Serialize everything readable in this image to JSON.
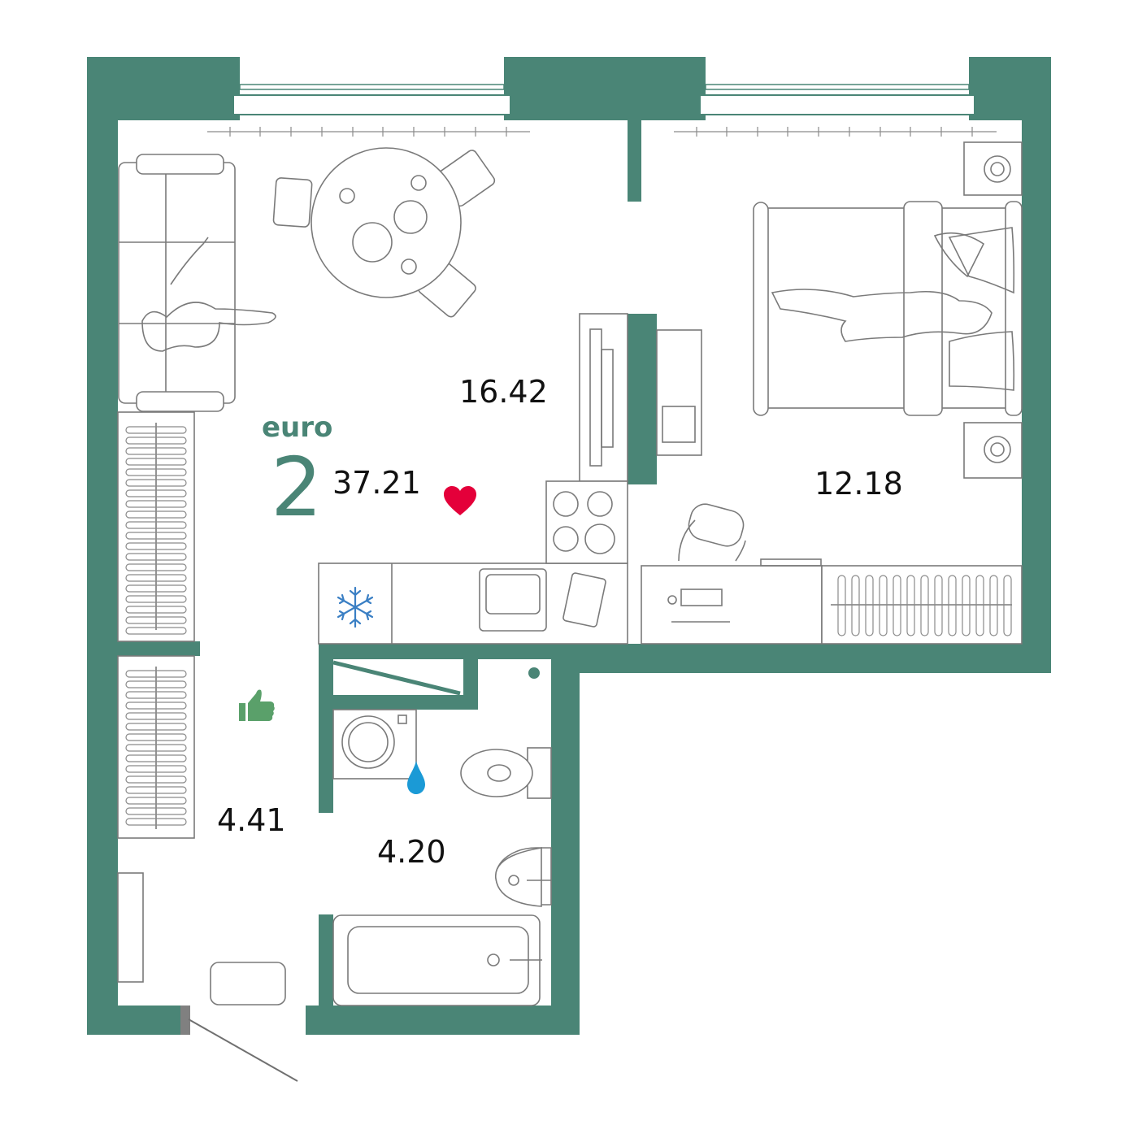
{
  "plan": {
    "type": "euro",
    "rooms": "2",
    "total_area": "37.21"
  },
  "rooms": [
    {
      "name": "living-kitchen",
      "area": "16.42"
    },
    {
      "name": "bedroom",
      "area": "12.18"
    },
    {
      "name": "hallway",
      "area": "4.41"
    },
    {
      "name": "bathroom",
      "area": "4.20"
    }
  ],
  "colors": {
    "wall": "#4a8576",
    "heart": "#e4003a",
    "thumb": "#5aa06a",
    "snowflake": "#3a7fc4",
    "drop": "#1b9ad6",
    "door": "#808080"
  },
  "icons": [
    "heart-icon",
    "thumbs-up-icon",
    "snowflake-icon",
    "water-drop-icon"
  ]
}
